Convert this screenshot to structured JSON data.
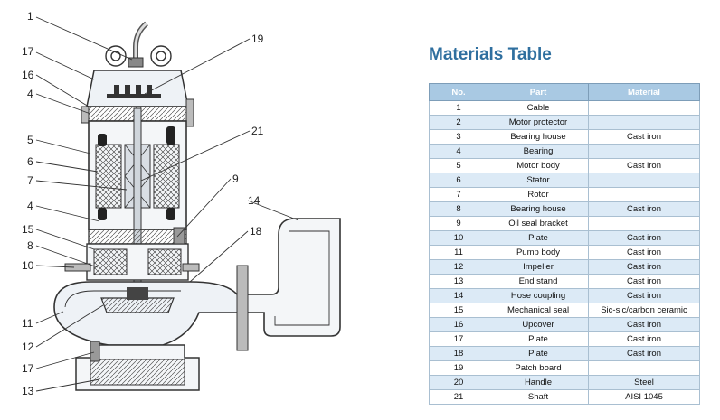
{
  "diagram": {
    "callouts": [
      "1",
      "17",
      "16",
      "4",
      "5",
      "6",
      "7",
      "4",
      "15",
      "8",
      "10",
      "11",
      "12",
      "17",
      "13",
      "19",
      "21",
      "9",
      "14",
      "18"
    ]
  },
  "materials": {
    "title": "Materials Table",
    "headers": {
      "no": "No.",
      "part": "Part",
      "material": "Material"
    },
    "rows": [
      {
        "no": "1",
        "part": "Cable",
        "material": ""
      },
      {
        "no": "2",
        "part": "Motor protector",
        "material": ""
      },
      {
        "no": "3",
        "part": "Bearing house",
        "material": "Cast iron"
      },
      {
        "no": "4",
        "part": "Bearing",
        "material": ""
      },
      {
        "no": "5",
        "part": "Motor body",
        "material": "Cast iron"
      },
      {
        "no": "6",
        "part": "Stator",
        "material": ""
      },
      {
        "no": "7",
        "part": "Rotor",
        "material": ""
      },
      {
        "no": "8",
        "part": "Bearing house",
        "material": "Cast iron"
      },
      {
        "no": "9",
        "part": "Oil seal bracket",
        "material": ""
      },
      {
        "no": "10",
        "part": "Plate",
        "material": "Cast iron"
      },
      {
        "no": "11",
        "part": "Pump body",
        "material": "Cast iron"
      },
      {
        "no": "12",
        "part": "Impeller",
        "material": "Cast iron"
      },
      {
        "no": "13",
        "part": "End stand",
        "material": "Cast iron"
      },
      {
        "no": "14",
        "part": "Hose coupling",
        "material": "Cast iron"
      },
      {
        "no": "15",
        "part": "Mechanical seal",
        "material": "Sic-sic/carbon ceramic"
      },
      {
        "no": "16",
        "part": "Upcover",
        "material": "Cast iron"
      },
      {
        "no": "17",
        "part": "Plate",
        "material": "Cast iron"
      },
      {
        "no": "18",
        "part": "Plate",
        "material": "Cast iron"
      },
      {
        "no": "19",
        "part": "Patch board",
        "material": ""
      },
      {
        "no": "20",
        "part": "Handle",
        "material": "Steel"
      },
      {
        "no": "21",
        "part": "Shaft",
        "material": "AISI 1045"
      }
    ]
  }
}
